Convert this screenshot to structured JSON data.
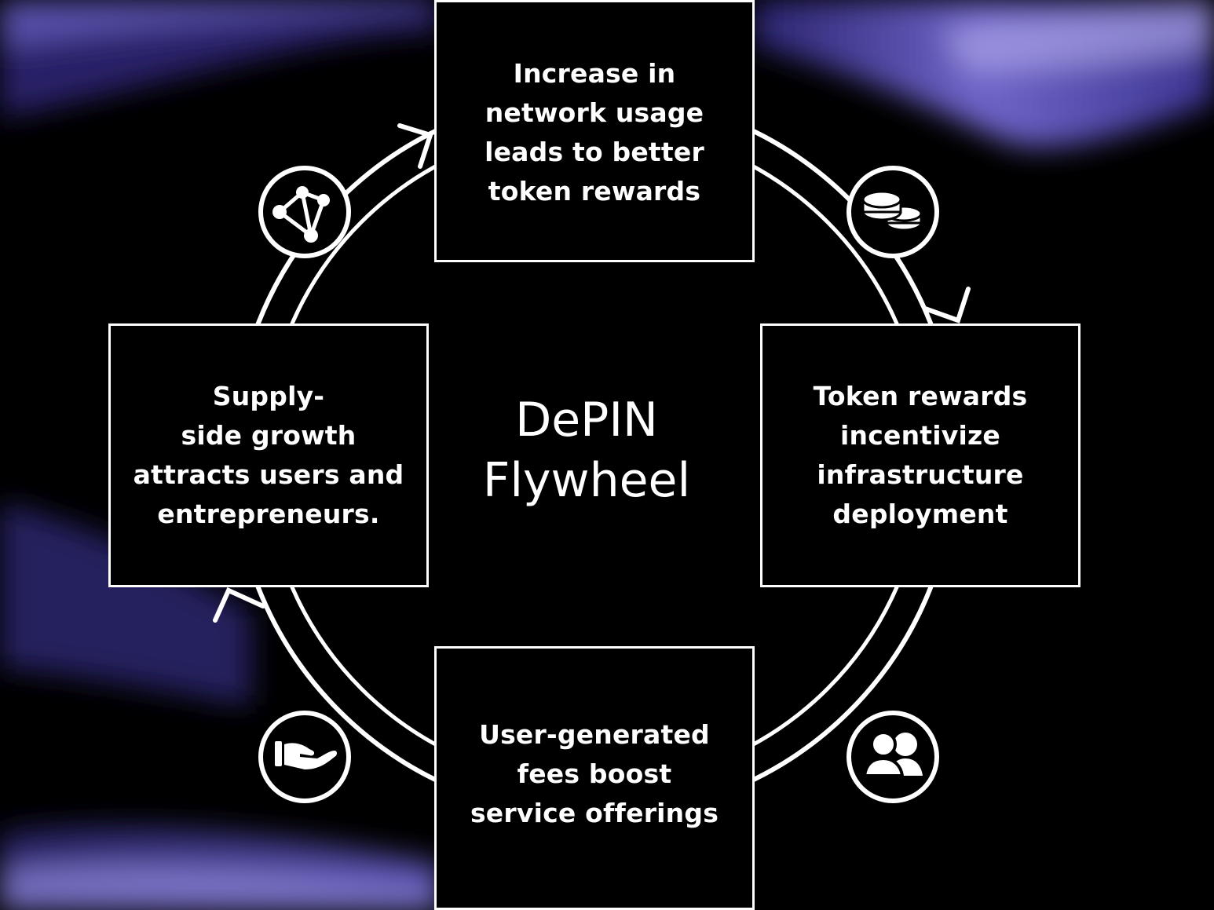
{
  "diagram": {
    "title": "DePIN\nFlywheel",
    "steps": {
      "top": "Increase in\nnetwork usage\nleads to better\ntoken rewards",
      "right": "Token rewards\nincentivize\ninfrastructure\ndeployment",
      "bottom": "User-generated\nfees boost\nservice offerings",
      "left": "Supply-\nside growth\nattracts users and\nentrepreneurs."
    },
    "icons": {
      "top_left": "network-nodes-icon",
      "top_right": "coins-icon",
      "bottom_right": "users-icon",
      "bottom_left": "hand-icon"
    }
  },
  "colors": {
    "background": "#000000",
    "foreground": "#ffffff",
    "accent_wave": "#5a4fb8"
  }
}
